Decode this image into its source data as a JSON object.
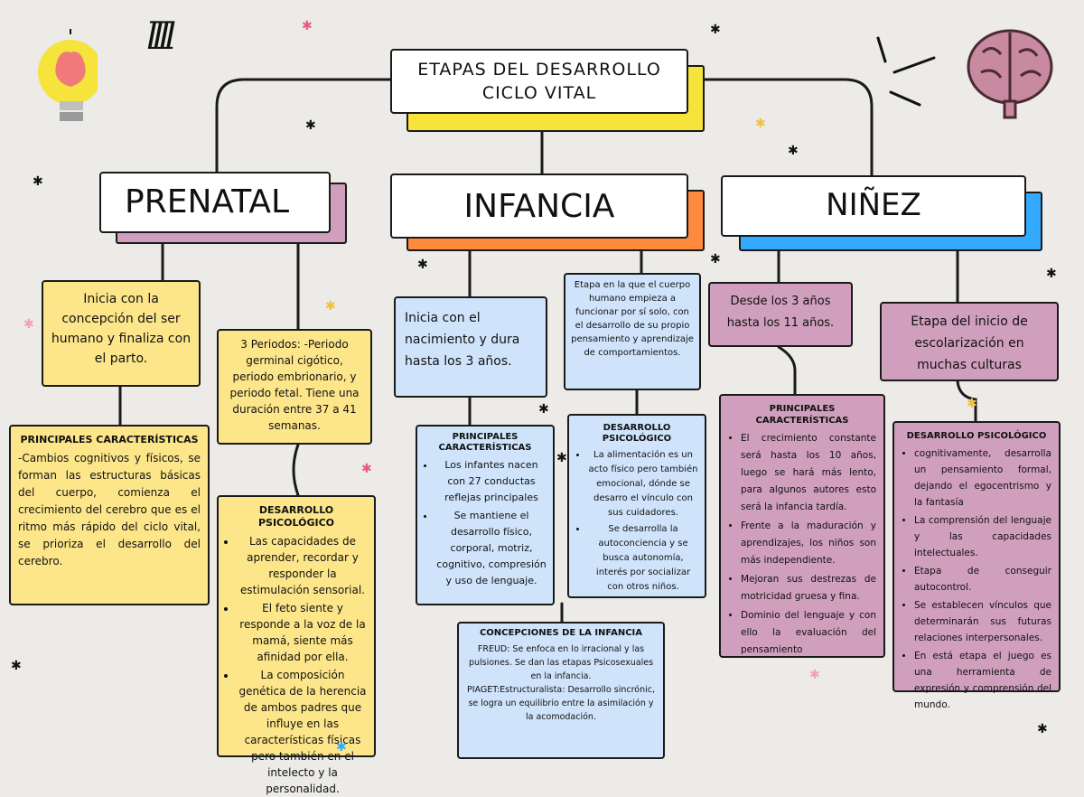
{
  "title": {
    "line1": "ETAPAS DEL DESARROLLO",
    "line2": "CICLO VITAL"
  },
  "doodle": "llll",
  "stages": {
    "prenatal": "PRENATAL",
    "infancia": "INFANCIA",
    "ninez": "NIÑEZ"
  },
  "prenatal": {
    "intro": "Inicia con la concepción del ser humano y finaliza con el parto.",
    "periodos": "3 Periodos: -Periodo germinal cigótico, periodo embrionario, y periodo fetal. Tiene una duración entre  37 a 41 semanas.",
    "caracteristicas": {
      "header": "PRINCIPALES CARACTERÍSTICAS",
      "text": "-Cambios cognitivos y físicos, se forman las estructuras básicas del cuerpo, comienza el crecimiento del cerebro que es el ritmo más rápido del ciclo vital, se prioriza el desarrollo del cerebro."
    },
    "desarrollo": {
      "header": "DESARROLLO PSICOLÓGICO",
      "items": [
        "Las capacidades de aprender, recordar y responder la estimulación sensorial.",
        "El feto siente y responde a la voz de la mamá, siente más afinidad por ella.",
        "La composición genética de la herencia de ambos padres que influye en las características físicas pero también en el intelecto y la personalidad."
      ]
    }
  },
  "infancia": {
    "intro": "Inicia con el nacimiento y dura hasta los 3 años.",
    "etapa": "Etapa en la que el cuerpo humano empieza a funcionar por sí solo, con el desarrollo de su propio pensamiento y aprendizaje de comportamientos.",
    "caracteristicas": {
      "header": "PRINCIPALES CARACTERÍSTICAS",
      "items": [
        "Los infantes nacen con 27 conductas reflejas principales",
        "Se mantiene el desarrollo físico, corporal, motriz, cognitivo, compresión y uso de lenguaje."
      ]
    },
    "desarrollo": {
      "header": "DESARROLLO PSICOLÓGICO",
      "items": [
        "La alimentación es un acto físico pero también emocional, dónde se desarro el vínculo con sus cuidadores.",
        "Se desarrolla la autoconciencia y se busca autonomía, interés por socializar con otros niños."
      ]
    },
    "concepciones": {
      "header": "CONCEPCIONES DE LA INFANCIA",
      "freud": "FREUD: Se enfoca en lo irracional y las pulsiones. Se dan las etapas Psicosexuales en la infancia.",
      "piaget": "PIAGET:Estructuralista: Desarrollo sincrónic, se logra un equilibrio entre la asimilación y la acomodación."
    }
  },
  "ninez": {
    "intro": "Desde los 3 años hasta los 11 años.",
    "etapa": "Etapa del inicio de escolarización en muchas culturas",
    "caracteristicas": {
      "header": "PRINCIPALES CARACTERÍSTICAS",
      "items": [
        "El crecimiento constante será hasta los 10 años, luego se hará más lento, para algunos autores esto será la infancia tardía.",
        "Frente a la maduración y aprendizajes, los niños son más independiente.",
        "Mejoran sus destrezas de motricidad gruesa y fina.",
        "Dominio del lenguaje y con ello la evaluación del pensamiento"
      ]
    },
    "desarrollo": {
      "header": "DESARROLLO PSICOLÓGICO",
      "items": [
        "cognitivamente, desarrolla un pensamiento formal, dejando el egocentrismo y la fantasía",
        "La comprensión del lenguaje y las capacidades intelectuales.",
        "Etapa de conseguir autocontrol.",
        "Se establecen vínculos que determinarán sus futuras relaciones interpersonales.",
        "En está etapa el juego es una herramienta de expresión y comprensión del mundo."
      ]
    }
  },
  "colors": {
    "yellow": "#fde68a",
    "title_shadow": "#f6e33c",
    "purple": "#cf9fbd",
    "orange": "#ff8a3d",
    "blue": "#cfe4fb",
    "blue_shadow": "#33aaff"
  }
}
